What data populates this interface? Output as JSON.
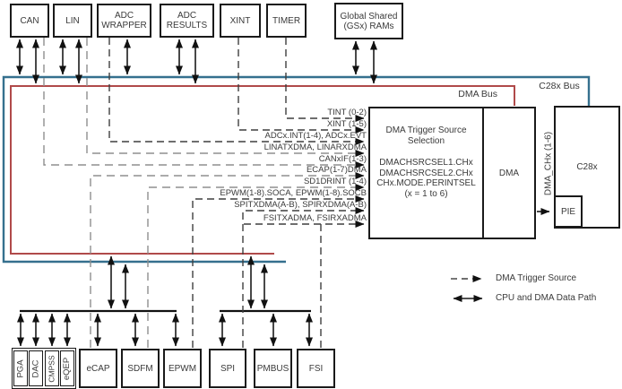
{
  "diagram_title": "DMA trigger source and data path block diagram",
  "boxes": {
    "top": [
      {
        "label": "CAN"
      },
      {
        "label": "LIN"
      },
      {
        "label": "ADC WRAPPER"
      },
      {
        "label": "ADC RESULTS"
      },
      {
        "label": "XINT"
      },
      {
        "label": "TIMER"
      },
      {
        "label": "Global Shared (GSx) RAMs"
      }
    ],
    "bottom": [
      {
        "label": "PGA"
      },
      {
        "label": "DAC"
      },
      {
        "label": "CMPSS"
      },
      {
        "label": "eQEP"
      },
      {
        "label": "eCAP"
      },
      {
        "label": "SDFM"
      },
      {
        "label": "EPWM"
      },
      {
        "label": "SPI"
      },
      {
        "label": "PMBUS"
      },
      {
        "label": "FSI"
      }
    ]
  },
  "buses": {
    "dma": {
      "label": "DMA Bus",
      "color": "#b04a4a"
    },
    "c28x": {
      "label": "C28x Bus",
      "color": "#35708e"
    }
  },
  "trigger_box": {
    "title": "DMA Trigger Source Selection",
    "registers": [
      "DMACHSRCSEL1.CHx",
      "DMACHSRCSEL2.CHx",
      "CHx.MODE.PERINTSEL",
      "(x = 1 to 6)"
    ],
    "dma_label": "DMA"
  },
  "cpu": {
    "label": "C28x",
    "pie_label": "PIE"
  },
  "dma_channels_label": "DMA_CHx (1-6)",
  "signals": [
    "TINT (0-2)",
    "XINT (1-5)",
    "ADCx.INT(1-4), ADCx.EVT",
    "LINATXDMA, LINARXDMA",
    "CANxIF(1-3)",
    "ECAP(1-7)DMA",
    "SD1DRINT (1-4)",
    "EPWM(1-8).SOCA, EPWM(1-8).SOCB",
    "SPITXDMA(A-B), SPIRXDMA(A-B)",
    "FSITXADMA, FSIRXADMA"
  ],
  "legend": {
    "trigger": "DMA Trigger Source",
    "datapath": "CPU and  DMA Data Path"
  }
}
